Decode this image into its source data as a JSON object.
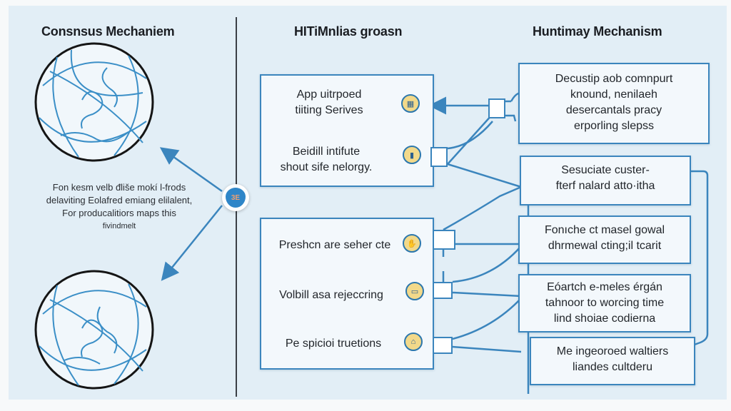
{
  "columns": {
    "left": {
      "title": "Consnsus Mechaniem"
    },
    "middle": {
      "title": "HITiMnlias groasn"
    },
    "right": {
      "title": "Huntimay Mechanism"
    }
  },
  "left_panel": {
    "top_sphere": {
      "label": "network-sphere"
    },
    "bottom_sphere": {
      "label": "network-sphere"
    },
    "note_lines": [
      "Fon kesm velb đliše mokí l-frods",
      "delaviting Eolafred emiang elilalent,",
      "For producalitiors maps this",
      "fivindmelt"
    ]
  },
  "hub": {
    "icon": "brain-chip-icon",
    "glyph": "3E"
  },
  "middle_boxes": [
    {
      "items": [
        {
          "lines": [
            "App uitrpoed",
            "tiiting Serives"
          ],
          "icon": "building-icon",
          "glyph": "▦"
        },
        {
          "lines": [
            "Beidill intifute",
            "shout sife nelorgy."
          ],
          "icon": "server-icon",
          "glyph": "▮"
        }
      ]
    },
    {
      "items": [
        {
          "lines": [
            "Preshcn are seher cte"
          ],
          "icon": "globe-hand-icon",
          "glyph": "✋"
        },
        {
          "lines": [
            "Volbill asa rejeccring"
          ],
          "icon": "laptop-icon",
          "glyph": "▭"
        },
        {
          "lines": [
            "Pe spicioi truetions"
          ],
          "icon": "capitol-icon",
          "glyph": "⌂"
        }
      ]
    }
  ],
  "right_boxes": [
    {
      "lines": [
        "Decustip aob comnpurt",
        "knound, nenilaeh",
        "desercantals pracy",
        "erporling slepss"
      ]
    },
    {
      "lines": [
        "Sesuciate custer-",
        "fterf nalard atto·itha"
      ]
    },
    {
      "lines": [
        "Fonıche ct masel gowal",
        "dhrmewal cting;il tcarit"
      ]
    },
    {
      "lines": [
        "Eóartch e-meles érgán",
        "tahnoor to worcing time",
        "lind shoiae codierna"
      ]
    },
    {
      "lines": [
        "Me ingeoroed waltiers",
        "liandes cultderu"
      ]
    }
  ],
  "colors": {
    "accent": "#3b85bd",
    "background": "#e2eef6",
    "badge_fill": "#f2d98a",
    "divider": "#3a3f46"
  }
}
